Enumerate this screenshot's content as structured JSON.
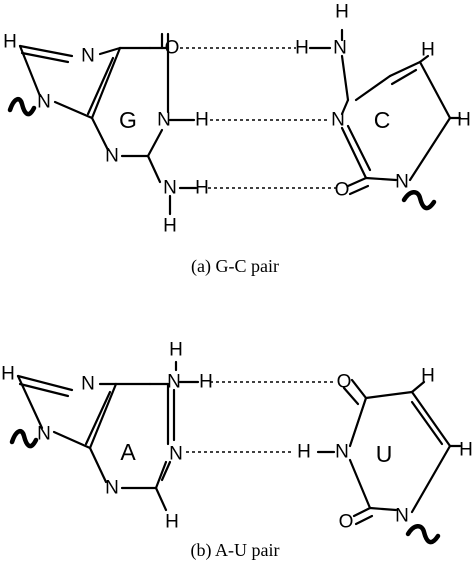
{
  "atoms": {
    "H": "H",
    "N": "N",
    "O": "O"
  },
  "panels": {
    "gc": {
      "caption": "(a) G-C pair",
      "purine_ring_label": "G",
      "pyrimidine_ring_label": "C"
    },
    "au": {
      "caption": "(b) A-U pair",
      "purine_ring_label": "A",
      "pyrimidine_ring_label": "U"
    }
  }
}
